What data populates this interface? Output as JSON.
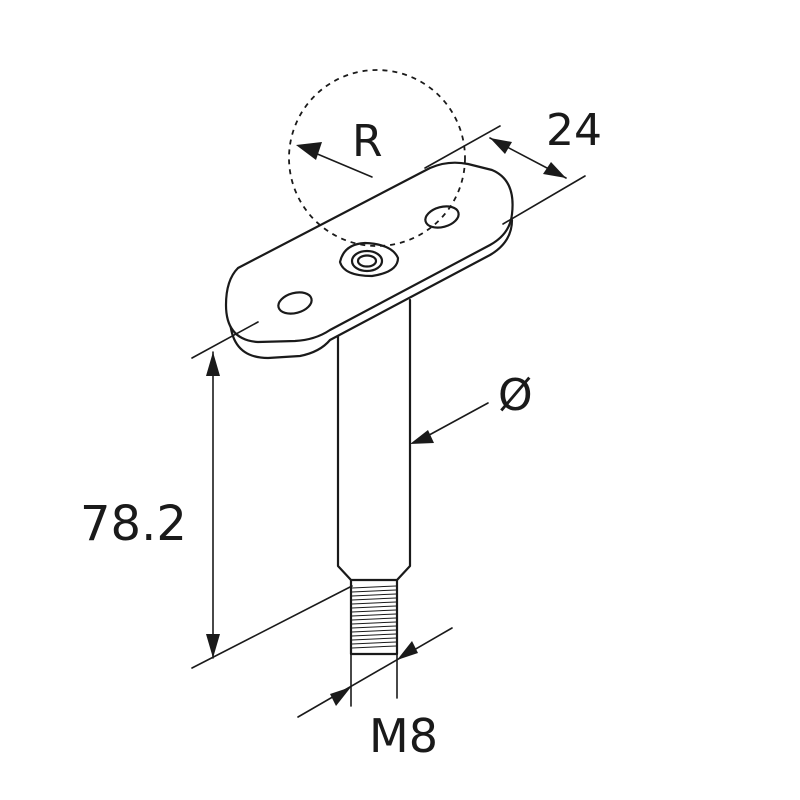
{
  "diagram": {
    "labels": {
      "radius": "R",
      "width": "24",
      "diameter": "Ø",
      "height": "78.2",
      "thread": "M8"
    },
    "colors": {
      "line": "#1a1a1a",
      "background": "#ffffff"
    }
  }
}
